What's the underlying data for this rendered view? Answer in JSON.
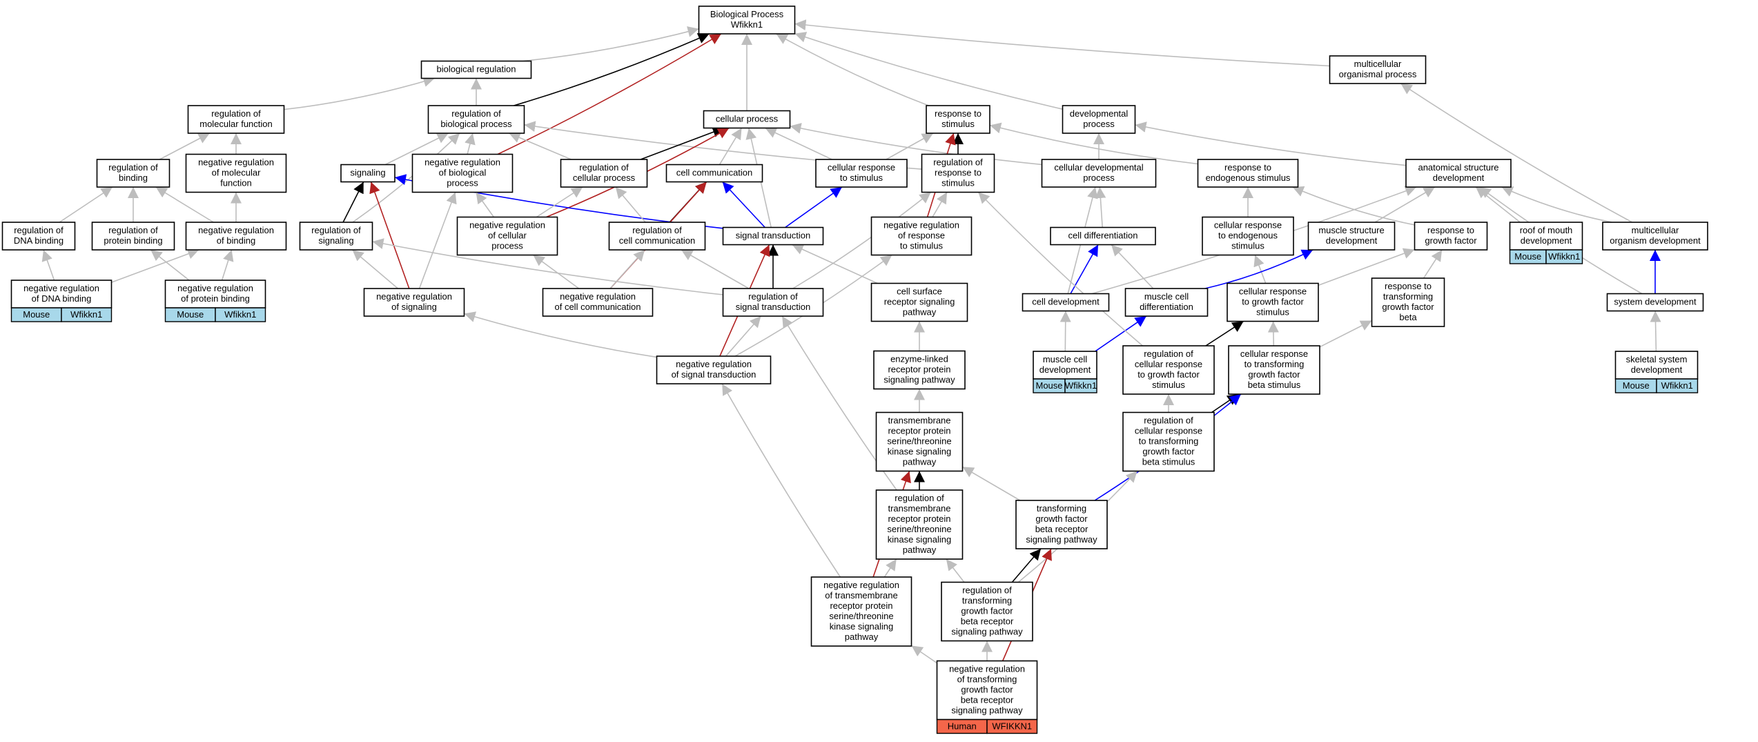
{
  "title": "Biological Process Wfikkn1",
  "colors": {
    "plain": "#bdbdbd",
    "is_a": "#000000",
    "negative": "#b22222",
    "positive": "#0000ff",
    "mouse": "#a8d8ea",
    "human": "#f4664a"
  },
  "nodes": [
    {
      "id": "root",
      "lines": [
        "Biological Process",
        "Wfikkn1"
      ]
    },
    {
      "id": "biol_reg",
      "lines": [
        "biological regulation"
      ]
    },
    {
      "id": "multi_proc",
      "lines": [
        "multicellular",
        "organismal process"
      ]
    },
    {
      "id": "reg_mol_func",
      "lines": [
        "regulation of",
        "molecular function"
      ]
    },
    {
      "id": "reg_bio_proc",
      "lines": [
        "regulation of",
        "biological process"
      ]
    },
    {
      "id": "cell_proc",
      "lines": [
        "cellular process"
      ]
    },
    {
      "id": "resp_stim",
      "lines": [
        "response to",
        "stimulus"
      ]
    },
    {
      "id": "dev_proc",
      "lines": [
        "developmental",
        "process"
      ]
    },
    {
      "id": "reg_binding",
      "lines": [
        "regulation of",
        "binding"
      ]
    },
    {
      "id": "neg_reg_mol_func",
      "lines": [
        "negative regulation",
        "of molecular",
        "function"
      ]
    },
    {
      "id": "signaling",
      "lines": [
        "signaling"
      ]
    },
    {
      "id": "neg_reg_bio_proc",
      "lines": [
        "negative regulation",
        "of biological",
        "process"
      ]
    },
    {
      "id": "reg_cell_proc",
      "lines": [
        "regulation of",
        "cellular process"
      ]
    },
    {
      "id": "cell_comm",
      "lines": [
        "cell communication"
      ]
    },
    {
      "id": "cell_resp_stim",
      "lines": [
        "cellular response",
        "to stimulus"
      ]
    },
    {
      "id": "reg_resp_stim",
      "lines": [
        "regulation of",
        "response to",
        "stimulus"
      ]
    },
    {
      "id": "cell_dev_proc",
      "lines": [
        "cellular developmental",
        "process"
      ]
    },
    {
      "id": "resp_endo",
      "lines": [
        "response to",
        "endogenous stimulus"
      ]
    },
    {
      "id": "anat_struct_dev",
      "lines": [
        "anatomical structure",
        "development"
      ]
    },
    {
      "id": "reg_dna_binding",
      "lines": [
        "regulation of",
        "DNA binding"
      ]
    },
    {
      "id": "reg_prot_binding",
      "lines": [
        "regulation of",
        "protein binding"
      ]
    },
    {
      "id": "neg_reg_binding",
      "lines": [
        "negative regulation",
        "of binding"
      ]
    },
    {
      "id": "reg_signaling",
      "lines": [
        "regulation of",
        "signaling"
      ]
    },
    {
      "id": "neg_reg_cell_proc",
      "lines": [
        "negative regulation",
        "of cellular",
        "process"
      ]
    },
    {
      "id": "reg_cell_comm",
      "lines": [
        "regulation of",
        "cell communication"
      ]
    },
    {
      "id": "sig_trans",
      "lines": [
        "signal transduction"
      ]
    },
    {
      "id": "neg_reg_resp_stim",
      "lines": [
        "negative regulation",
        "of response",
        "to stimulus"
      ]
    },
    {
      "id": "cell_diff",
      "lines": [
        "cell differentiation"
      ]
    },
    {
      "id": "cell_resp_endo",
      "lines": [
        "cellular response",
        "to endogenous",
        "stimulus"
      ]
    },
    {
      "id": "muscle_struct_dev",
      "lines": [
        "muscle structure",
        "development"
      ]
    },
    {
      "id": "resp_gf",
      "lines": [
        "response to",
        "growth factor"
      ]
    },
    {
      "id": "roof_mouth",
      "lines": [
        "roof of mouth",
        "development"
      ]
    },
    {
      "id": "multi_org_dev",
      "lines": [
        "multicellular",
        "organism development"
      ]
    },
    {
      "id": "neg_reg_dna_binding",
      "lines": [
        "negative regulation",
        "of DNA binding"
      ]
    },
    {
      "id": "neg_reg_prot_binding",
      "lines": [
        "negative regulation",
        "of protein binding"
      ]
    },
    {
      "id": "neg_reg_signaling",
      "lines": [
        "negative regulation",
        "of signaling"
      ]
    },
    {
      "id": "neg_reg_cell_comm",
      "lines": [
        "negative regulation",
        "of cell communication"
      ]
    },
    {
      "id": "reg_sig_trans",
      "lines": [
        "regulation of",
        "signal transduction"
      ]
    },
    {
      "id": "cell_surf_rec",
      "lines": [
        "cell surface",
        "receptor signaling",
        "pathway"
      ]
    },
    {
      "id": "cell_dev",
      "lines": [
        "cell development"
      ]
    },
    {
      "id": "muscle_cell_diff",
      "lines": [
        "muscle cell",
        "differentiation"
      ]
    },
    {
      "id": "cell_resp_gf",
      "lines": [
        "cellular response",
        "to growth factor",
        "stimulus"
      ]
    },
    {
      "id": "resp_tgfb",
      "lines": [
        "response to",
        "transforming",
        "growth factor",
        "beta"
      ]
    },
    {
      "id": "system_dev",
      "lines": [
        "system development"
      ]
    },
    {
      "id": "neg_reg_sig_trans",
      "lines": [
        "negative regulation",
        "of signal transduction"
      ]
    },
    {
      "id": "enzyme_linked",
      "lines": [
        "enzyme-linked",
        "receptor protein",
        "signaling pathway"
      ]
    },
    {
      "id": "muscle_cell_dev",
      "lines": [
        "muscle cell",
        "development"
      ]
    },
    {
      "id": "reg_cell_resp_gf",
      "lines": [
        "regulation of",
        "cellular response",
        "to growth factor",
        "stimulus"
      ]
    },
    {
      "id": "cell_resp_tgfb",
      "lines": [
        "cellular response",
        "to transforming",
        "growth factor",
        "beta stimulus"
      ]
    },
    {
      "id": "skeletal_dev",
      "lines": [
        "skeletal system",
        "development"
      ]
    },
    {
      "id": "tm_ser_thr",
      "lines": [
        "transmembrane",
        "receptor protein",
        "serine/threonine",
        "kinase signaling",
        "pathway"
      ]
    },
    {
      "id": "reg_cell_resp_tgfb",
      "lines": [
        "regulation of",
        "cellular response",
        "to transforming",
        "growth factor",
        "beta stimulus"
      ]
    },
    {
      "id": "reg_tm_ser_thr",
      "lines": [
        "regulation of",
        "transmembrane",
        "receptor protein",
        "serine/threonine",
        "kinase signaling",
        "pathway"
      ]
    },
    {
      "id": "tgfb_path",
      "lines": [
        "transforming",
        "growth factor",
        "beta receptor",
        "signaling pathway"
      ]
    },
    {
      "id": "neg_reg_tm_ser_thr",
      "lines": [
        "negative regulation",
        "of transmembrane",
        "receptor protein",
        "serine/threonine",
        "kinase signaling",
        "pathway"
      ]
    },
    {
      "id": "reg_tgfb_path",
      "lines": [
        "regulation of",
        "transforming",
        "growth factor",
        "beta receptor",
        "signaling pathway"
      ]
    },
    {
      "id": "neg_reg_tgfb_path",
      "lines": [
        "negative regulation",
        "of transforming",
        "growth factor",
        "beta receptor",
        "signaling pathway"
      ]
    }
  ],
  "annotations": [
    {
      "node": "neg_reg_dna_binding",
      "species": "Mouse",
      "gene": "Wfikkn1",
      "kind": "mouse"
    },
    {
      "node": "neg_reg_prot_binding",
      "species": "Mouse",
      "gene": "Wfikkn1",
      "kind": "mouse"
    },
    {
      "node": "muscle_cell_dev",
      "species": "Mouse",
      "gene": "Wfikkn1",
      "kind": "mouse"
    },
    {
      "node": "roof_mouth",
      "species": "Mouse",
      "gene": "Wfikkn1",
      "kind": "mouse"
    },
    {
      "node": "skeletal_dev",
      "species": "Mouse",
      "gene": "Wfikkn1",
      "kind": "mouse"
    },
    {
      "node": "neg_reg_tgfb_path",
      "species": "Human",
      "gene": "WFIKKN1",
      "kind": "human"
    }
  ],
  "edges": [
    {
      "from": "biol_reg",
      "to": "root",
      "type": "plain"
    },
    {
      "from": "multi_proc",
      "to": "root",
      "type": "plain"
    },
    {
      "from": "cell_proc",
      "to": "root",
      "type": "plain"
    },
    {
      "from": "resp_stim",
      "to": "root",
      "type": "plain"
    },
    {
      "from": "dev_proc",
      "to": "root",
      "type": "plain"
    },
    {
      "from": "reg_bio_proc",
      "to": "root",
      "type": "is_a"
    },
    {
      "from": "neg_reg_bio_proc",
      "to": "root",
      "type": "negative"
    },
    {
      "from": "reg_mol_func",
      "to": "biol_reg",
      "type": "plain"
    },
    {
      "from": "reg_bio_proc",
      "to": "biol_reg",
      "type": "plain"
    },
    {
      "from": "reg_binding",
      "to": "reg_mol_func",
      "type": "plain"
    },
    {
      "from": "neg_reg_mol_func",
      "to": "reg_mol_func",
      "type": "plain"
    },
    {
      "from": "signaling",
      "to": "reg_bio_proc",
      "type": "plain"
    },
    {
      "from": "neg_reg_bio_proc",
      "to": "reg_bio_proc",
      "type": "plain"
    },
    {
      "from": "reg_cell_proc",
      "to": "reg_bio_proc",
      "type": "plain"
    },
    {
      "from": "reg_resp_stim",
      "to": "reg_bio_proc",
      "type": "plain"
    },
    {
      "from": "reg_signaling",
      "to": "reg_bio_proc",
      "type": "plain"
    },
    {
      "from": "cell_comm",
      "to": "cell_proc",
      "type": "plain"
    },
    {
      "from": "cell_resp_stim",
      "to": "cell_proc",
      "type": "plain"
    },
    {
      "from": "cell_dev_proc",
      "to": "cell_proc",
      "type": "plain"
    },
    {
      "from": "reg_cell_proc",
      "to": "cell_proc",
      "type": "is_a"
    },
    {
      "from": "neg_reg_cell_proc",
      "to": "cell_proc",
      "type": "negative"
    },
    {
      "from": "sig_trans",
      "to": "cell_proc",
      "type": "plain"
    },
    {
      "from": "cell_resp_stim",
      "to": "resp_stim",
      "type": "plain"
    },
    {
      "from": "reg_resp_stim",
      "to": "resp_stim",
      "type": "is_a"
    },
    {
      "from": "resp_endo",
      "to": "resp_stim",
      "type": "plain"
    },
    {
      "from": "neg_reg_resp_stim",
      "to": "resp_stim",
      "type": "negative"
    },
    {
      "from": "cell_dev_proc",
      "to": "dev_proc",
      "type": "plain"
    },
    {
      "from": "anat_struct_dev",
      "to": "dev_proc",
      "type": "plain"
    },
    {
      "from": "reg_dna_binding",
      "to": "reg_binding",
      "type": "plain"
    },
    {
      "from": "reg_prot_binding",
      "to": "reg_binding",
      "type": "plain"
    },
    {
      "from": "neg_reg_binding",
      "to": "reg_binding",
      "type": "plain"
    },
    {
      "from": "neg_reg_binding",
      "to": "neg_reg_mol_func",
      "type": "plain"
    },
    {
      "from": "reg_signaling",
      "to": "signaling",
      "type": "is_a"
    },
    {
      "from": "neg_reg_signaling",
      "to": "signaling",
      "type": "negative"
    },
    {
      "from": "sig_trans",
      "to": "signaling",
      "type": "positive"
    },
    {
      "from": "neg_reg_cell_proc",
      "to": "neg_reg_bio_proc",
      "type": "plain"
    },
    {
      "from": "neg_reg_signaling",
      "to": "neg_reg_bio_proc",
      "type": "plain"
    },
    {
      "from": "neg_reg_cell_proc",
      "to": "reg_cell_proc",
      "type": "plain"
    },
    {
      "from": "reg_cell_comm",
      "to": "reg_cell_proc",
      "type": "plain"
    },
    {
      "from": "reg_cell_comm",
      "to": "cell_comm",
      "type": "is_a"
    },
    {
      "from": "neg_reg_cell_comm",
      "to": "cell_comm",
      "type": "negative"
    },
    {
      "from": "sig_trans",
      "to": "cell_comm",
      "type": "positive"
    },
    {
      "from": "sig_trans",
      "to": "cell_resp_stim",
      "type": "positive"
    },
    {
      "from": "neg_reg_resp_stim",
      "to": "reg_resp_stim",
      "type": "plain"
    },
    {
      "from": "reg_sig_trans",
      "to": "reg_resp_stim",
      "type": "plain"
    },
    {
      "from": "cell_diff",
      "to": "cell_dev_proc",
      "type": "plain"
    },
    {
      "from": "cell_dev",
      "to": "cell_dev_proc",
      "type": "plain"
    },
    {
      "from": "cell_resp_endo",
      "to": "resp_endo",
      "type": "plain"
    },
    {
      "from": "resp_gf",
      "to": "resp_endo",
      "type": "plain"
    },
    {
      "from": "muscle_struct_dev",
      "to": "anat_struct_dev",
      "type": "plain"
    },
    {
      "from": "roof_mouth",
      "to": "anat_struct_dev",
      "type": "plain"
    },
    {
      "from": "multi_org_dev",
      "to": "anat_struct_dev",
      "type": "plain"
    },
    {
      "from": "cell_dev",
      "to": "anat_struct_dev",
      "type": "plain"
    },
    {
      "from": "system_dev",
      "to": "anat_struct_dev",
      "type": "plain"
    },
    {
      "from": "multi_org_dev",
      "to": "multi_proc",
      "type": "plain"
    },
    {
      "from": "neg_reg_dna_binding",
      "to": "reg_dna_binding",
      "type": "plain"
    },
    {
      "from": "neg_reg_dna_binding",
      "to": "neg_reg_binding",
      "type": "plain"
    },
    {
      "from": "neg_reg_prot_binding",
      "to": "reg_prot_binding",
      "type": "plain"
    },
    {
      "from": "neg_reg_prot_binding",
      "to": "neg_reg_binding",
      "type": "plain"
    },
    {
      "from": "neg_reg_signaling",
      "to": "reg_signaling",
      "type": "plain"
    },
    {
      "from": "reg_sig_trans",
      "to": "reg_signaling",
      "type": "plain"
    },
    {
      "from": "neg_reg_cell_comm",
      "to": "neg_reg_cell_proc",
      "type": "plain"
    },
    {
      "from": "neg_reg_cell_comm",
      "to": "reg_cell_comm",
      "type": "plain"
    },
    {
      "from": "reg_sig_trans",
      "to": "reg_cell_comm",
      "type": "plain"
    },
    {
      "from": "reg_sig_trans",
      "to": "sig_trans",
      "type": "is_a"
    },
    {
      "from": "neg_reg_sig_trans",
      "to": "sig_trans",
      "type": "negative"
    },
    {
      "from": "cell_surf_rec",
      "to": "sig_trans",
      "type": "plain"
    },
    {
      "from": "neg_reg_sig_trans",
      "to": "neg_reg_resp_stim",
      "type": "plain"
    },
    {
      "from": "cell_dev",
      "to": "cell_diff",
      "type": "positive"
    },
    {
      "from": "muscle_cell_diff",
      "to": "cell_diff",
      "type": "plain"
    },
    {
      "from": "cell_resp_gf",
      "to": "cell_resp_endo",
      "type": "plain"
    },
    {
      "from": "muscle_cell_diff",
      "to": "muscle_struct_dev",
      "type": "positive"
    },
    {
      "from": "cell_resp_gf",
      "to": "resp_gf",
      "type": "plain"
    },
    {
      "from": "resp_tgfb",
      "to": "resp_gf",
      "type": "plain"
    },
    {
      "from": "system_dev",
      "to": "multi_org_dev",
      "type": "positive"
    },
    {
      "from": "neg_reg_sig_trans",
      "to": "neg_reg_signaling",
      "type": "plain"
    },
    {
      "from": "neg_reg_sig_trans",
      "to": "reg_sig_trans",
      "type": "plain"
    },
    {
      "from": "enzyme_linked",
      "to": "cell_surf_rec",
      "type": "plain"
    },
    {
      "from": "muscle_cell_dev",
      "to": "cell_dev",
      "type": "plain"
    },
    {
      "from": "muscle_cell_dev",
      "to": "muscle_cell_diff",
      "type": "positive"
    },
    {
      "from": "reg_cell_resp_gf",
      "to": "cell_resp_gf",
      "type": "is_a"
    },
    {
      "from": "cell_resp_tgfb",
      "to": "cell_resp_gf",
      "type": "plain"
    },
    {
      "from": "reg_cell_resp_gf",
      "to": "reg_resp_stim",
      "type": "plain"
    },
    {
      "from": "cell_resp_tgfb",
      "to": "resp_tgfb",
      "type": "plain"
    },
    {
      "from": "skeletal_dev",
      "to": "system_dev",
      "type": "plain"
    },
    {
      "from": "neg_reg_tm_ser_thr",
      "to": "neg_reg_sig_trans",
      "type": "plain"
    },
    {
      "from": "tm_ser_thr",
      "to": "enzyme_linked",
      "type": "plain"
    },
    {
      "from": "reg_cell_resp_tgfb",
      "to": "reg_cell_resp_gf",
      "type": "plain"
    },
    {
      "from": "reg_cell_resp_tgfb",
      "to": "cell_resp_tgfb",
      "type": "is_a"
    },
    {
      "from": "reg_tm_ser_thr",
      "to": "tm_ser_thr",
      "type": "is_a"
    },
    {
      "from": "neg_reg_tm_ser_thr",
      "to": "tm_ser_thr",
      "type": "negative"
    },
    {
      "from": "tgfb_path",
      "to": "tm_ser_thr",
      "type": "plain"
    },
    {
      "from": "reg_tm_ser_thr",
      "to": "reg_sig_trans",
      "type": "plain"
    },
    {
      "from": "tgfb_path",
      "to": "cell_resp_tgfb",
      "type": "positive"
    },
    {
      "from": "neg_reg_tm_ser_thr",
      "to": "reg_tm_ser_thr",
      "type": "plain"
    },
    {
      "from": "reg_tgfb_path",
      "to": "reg_tm_ser_thr",
      "type": "plain"
    },
    {
      "from": "reg_tgfb_path",
      "to": "tgfb_path",
      "type": "is_a"
    },
    {
      "from": "reg_tgfb_path",
      "to": "reg_cell_resp_tgfb",
      "type": "plain"
    },
    {
      "from": "neg_reg_tgfb_path",
      "to": "neg_reg_tm_ser_thr",
      "type": "plain"
    },
    {
      "from": "neg_reg_tgfb_path",
      "to": "reg_tgfb_path",
      "type": "plain"
    },
    {
      "from": "neg_reg_tgfb_path",
      "to": "tgfb_path",
      "type": "negative"
    }
  ]
}
